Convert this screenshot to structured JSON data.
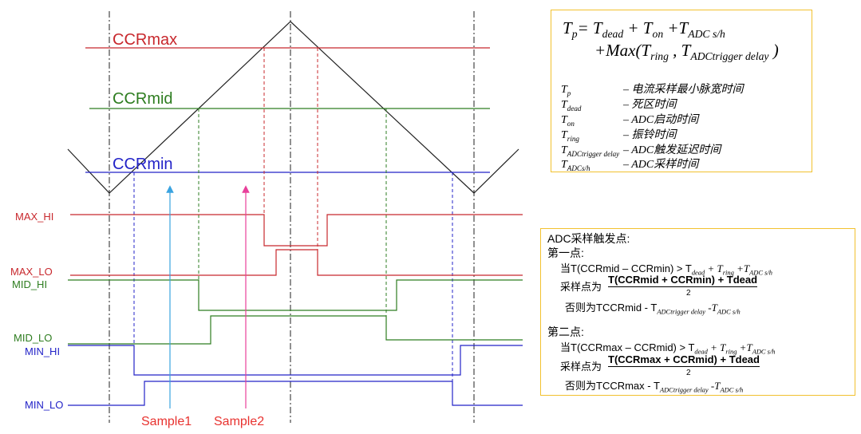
{
  "levels": {
    "ccr_max": "CCRmax",
    "ccr_mid": "CCRmid",
    "ccr_min": "CCRmin"
  },
  "signals": {
    "max_hi": "MAX_HI",
    "max_lo": "MAX_LO",
    "mid_hi": "MID_HI",
    "mid_lo": "MID_LO",
    "min_hi": "MIN_HI",
    "min_lo": "MIN_LO"
  },
  "samples": {
    "sample1": "Sample1",
    "sample2": "Sample2"
  },
  "formula": {
    "tp": "T",
    "tp_sub": "p",
    "eq_line1": "= T",
    "dead_sub": "dead",
    "plus_ton": " + T",
    "on_sub": "on",
    "plus_tadc": " +T",
    "adc_sh_sub": "ADC s/h",
    "line2_prefix": "+Max(T",
    "ring_sub": "ring",
    "line2_mid": " ,  T",
    "trigger_sub": "ADCtrigger delay",
    "line2_suffix": " )",
    "definitions": [
      {
        "sym": "T",
        "sub": "p",
        "desc": "– 电流采样最小脉宽时间"
      },
      {
        "sym": "T",
        "sub": "dead",
        "desc": "– 死区时间"
      },
      {
        "sym": "T",
        "sub": "on",
        "desc": "– ADC启动时间"
      },
      {
        "sym": "T",
        "sub": "ring",
        "desc": "– 振铃时间"
      },
      {
        "sym": "T",
        "sub": "ADCtrigger delay",
        "desc": "– ADC触发延迟时间"
      },
      {
        "sym": "T",
        "sub": "ADCs/h",
        "desc": "– ADC采样时间"
      }
    ]
  },
  "adc": {
    "title": "ADC采样触发点:",
    "point1": {
      "heading": "第一点:",
      "cond": "当T(CCRmid – CCRmin)  >  T",
      "cond_dead_sub": "dead",
      "cond_ring": " + T",
      "cond_ring_sub": "ring",
      "cond_adc": " +T",
      "cond_adc_sub": "ADC s/h",
      "sample_prefix": "采样点为",
      "numerator": "T(CCRmid + CCRmin) + Tdead",
      "denominator": "2",
      "else_text": "否则为TCCRmid - T",
      "else_sub1": "ADCtrigger delay",
      "else_mid": " -T",
      "else_sub2": "ADC s/h"
    },
    "point2": {
      "heading": "第二点:",
      "cond": "当T(CCRmax – CCRmid)  >  T",
      "cond_dead_sub": "dead",
      "cond_ring": " + T",
      "cond_ring_sub": "ring",
      "cond_adc": " +T",
      "cond_adc_sub": "ADC s/h",
      "sample_prefix": "采样点为",
      "numerator": "T(CCRmax + CCRmid) + Tdead",
      "denominator": "2",
      "else_text": "否则为TCCRmax - T",
      "else_sub1": "ADCtrigger delay",
      "else_mid": " -T",
      "else_sub2": "ADC s/h"
    }
  },
  "colors": {
    "max": "#c8282d",
    "mid": "#2e7d20",
    "min": "#2323c8",
    "sample1": "#3aa3e0",
    "sample2": "#e83f9a",
    "triangle": "#222222",
    "box_border": "#f2c12e"
  }
}
